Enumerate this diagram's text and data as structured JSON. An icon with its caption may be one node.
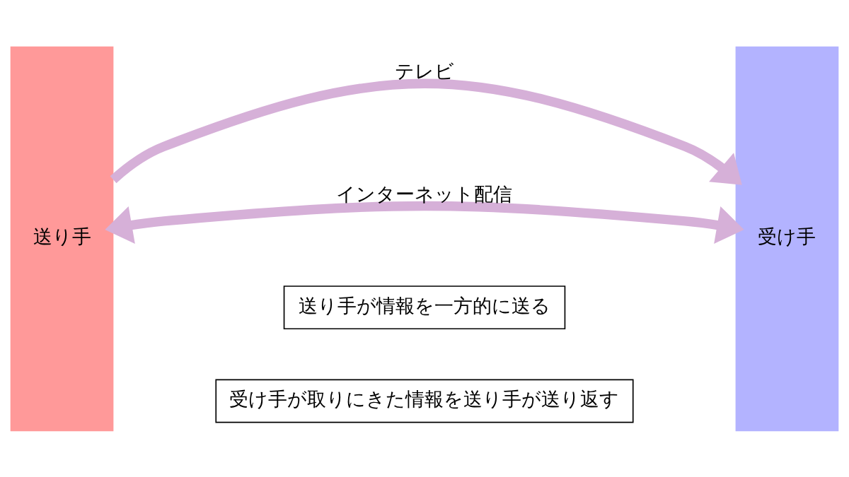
{
  "diagram": {
    "nodes": [
      {
        "text": [
          "送り手"
        ]
      },
      {
        "text": [
          "受け手"
        ]
      },
      {
        "text": [
          "送り手が情報を一方的に送る"
        ]
      },
      {
        "text": [
          "受け手が取りにきた情報を送り手が送り返す"
        ]
      }
    ],
    "edges": [
      {
        "from": 0,
        "to": 1,
        "arrow": "to",
        "label": "テレビ"
      },
      {
        "from": 0,
        "to": 1,
        "arrow": "both",
        "label": "インターネット配信"
      }
    ]
  }
}
